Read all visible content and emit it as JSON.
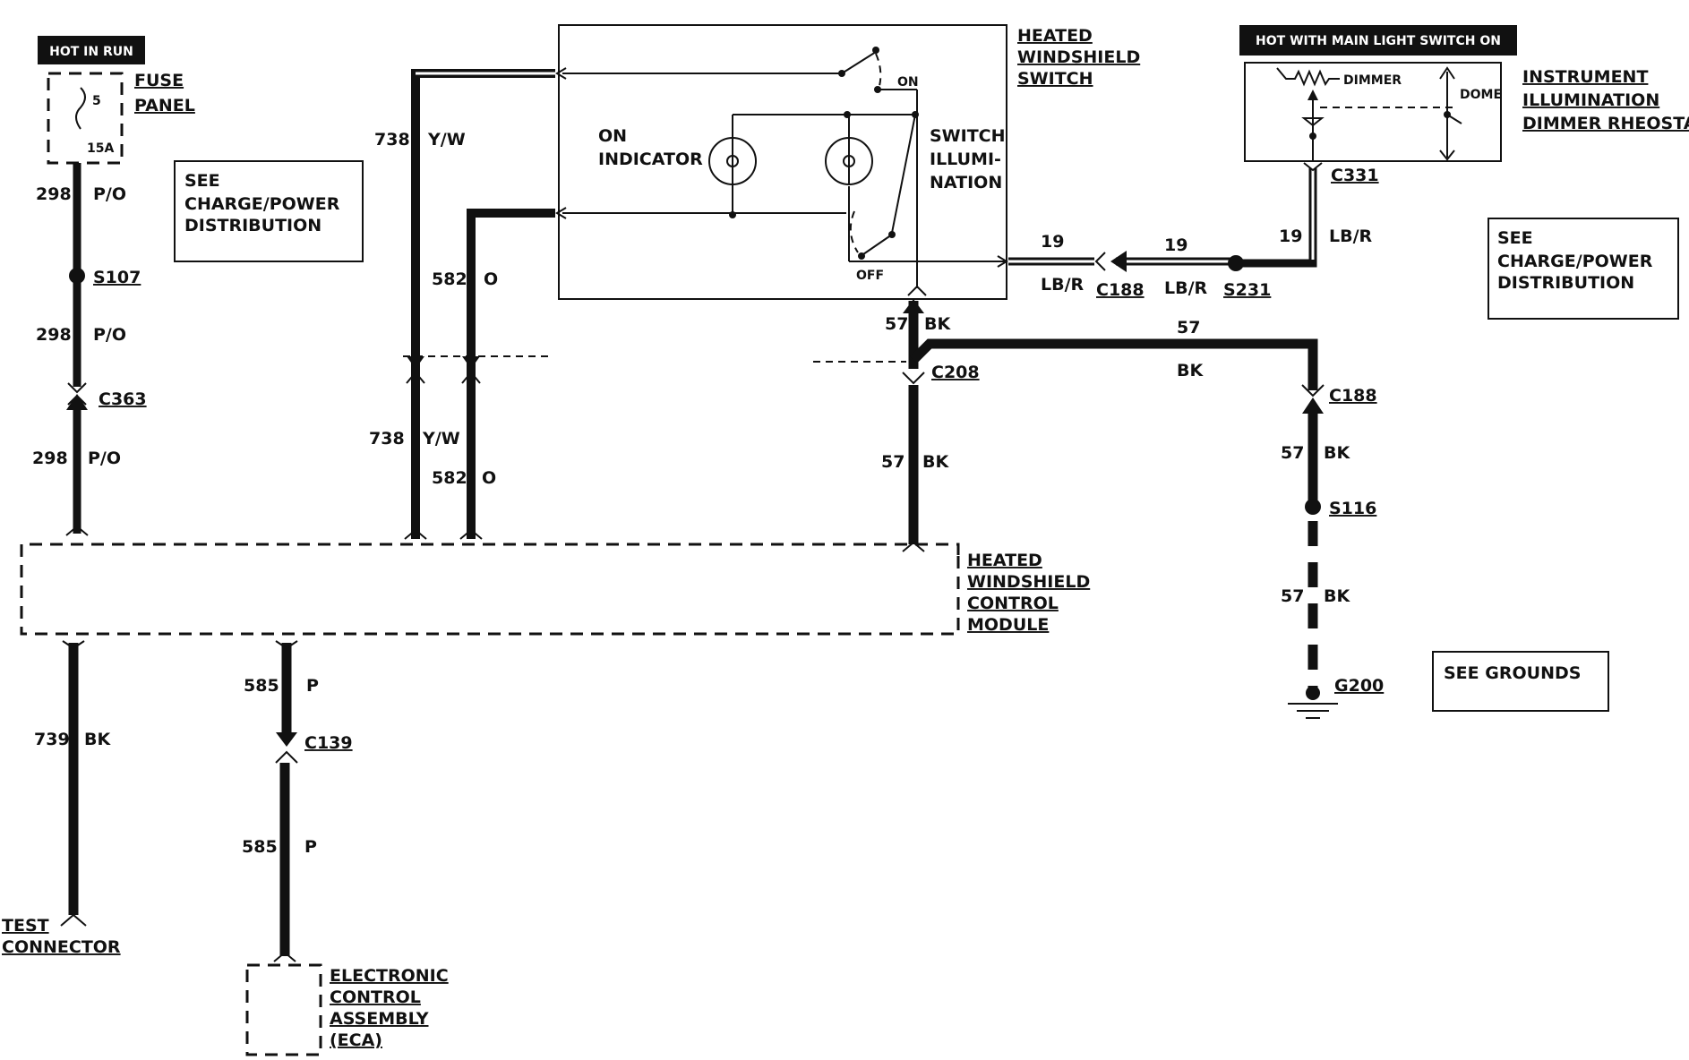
{
  "labels": {
    "hot_in_run": "HOT IN RUN",
    "fuse_panel": [
      "FUSE",
      "PANEL"
    ],
    "fuse_number": "5",
    "fuse_rating": "15A",
    "see_charge_left": [
      "SEE",
      "CHARGE/POWER",
      "DISTRIBUTION"
    ],
    "see_charge_right": [
      "SEE",
      "CHARGE/POWER",
      "DISTRIBUTION"
    ],
    "heated_windshield_switch": [
      "HEATED",
      "WINDSHIELD",
      "SWITCH"
    ],
    "on_indicator": [
      "ON",
      "INDICATOR"
    ],
    "switch_illumination": [
      "SWITCH",
      "ILLUMI-",
      "NATION"
    ],
    "switch_on": "ON",
    "switch_off": "OFF",
    "hot_main_light": "HOT WITH MAIN LIGHT SWITCH ON",
    "dimmer": "DIMMER",
    "dome": "DOME",
    "instrument_dimmer": [
      "INSTRUMENT",
      "ILLUMINATION",
      "DIMMER RHEOSTAT"
    ],
    "control_module": [
      "HEATED",
      "WINDSHIELD",
      "CONTROL",
      "MODULE"
    ],
    "test_connector": [
      "TEST",
      "CONNECTOR"
    ],
    "eca": [
      "ELECTRONIC",
      "CONTROL",
      "ASSEMBLY",
      "(ECA)"
    ],
    "see_grounds": "SEE GROUNDS"
  },
  "connectors": {
    "s107": "S107",
    "c363": "C363",
    "c331": "C331",
    "c188_left": "C188",
    "s231": "S231",
    "c208": "C208",
    "c188_right": "C188",
    "s116": "S116",
    "g200": "G200",
    "c139": "C139"
  },
  "wires": {
    "w298_a": [
      "298",
      "P/O"
    ],
    "w298_b": [
      "298",
      "P/O"
    ],
    "w298_c": [
      "298",
      "P/O"
    ],
    "w738_a": [
      "738",
      "Y/W"
    ],
    "w738_b": [
      "738",
      "Y/W"
    ],
    "w582_a": [
      "582",
      "O"
    ],
    "w582_b": [
      "582",
      "O"
    ],
    "w19_a": [
      "19",
      "LB/R"
    ],
    "w19_b": [
      "19",
      "LB/R"
    ],
    "w19_c": [
      "19",
      "LB/R"
    ],
    "w57_a": [
      "57",
      "BK"
    ],
    "w57_b": [
      "57",
      "BK"
    ],
    "w57_top": [
      "57",
      "BK"
    ],
    "w57_c": [
      "57",
      "BK"
    ],
    "w57_d": [
      "57",
      "BK"
    ],
    "w739": [
      "739",
      "BK"
    ],
    "w585_a": [
      "585",
      "P"
    ],
    "w585_b": [
      "585",
      "P"
    ]
  }
}
